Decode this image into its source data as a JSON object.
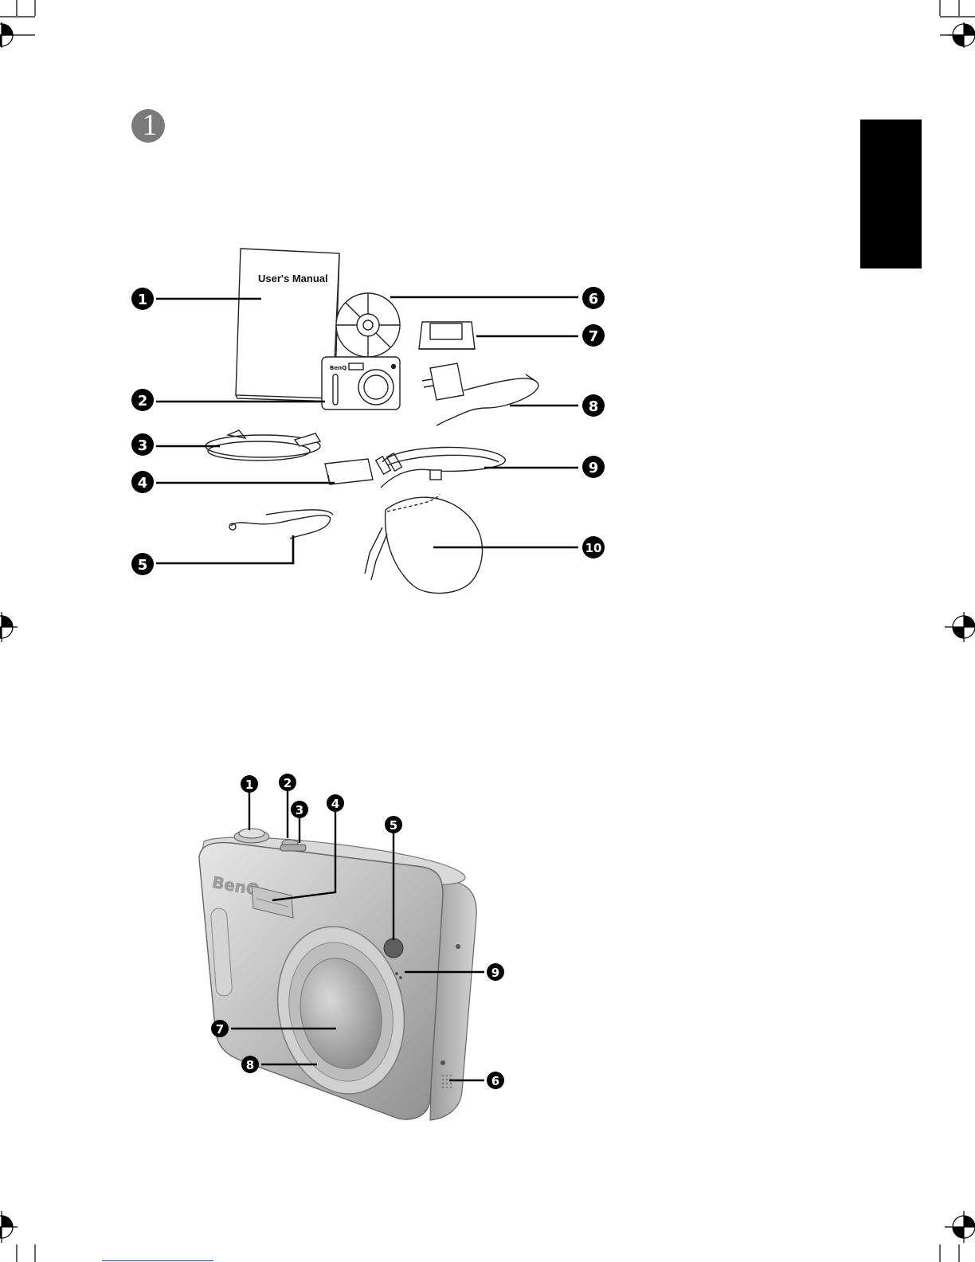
{
  "chapter": {
    "number": "1"
  },
  "package_contents": {
    "manual_title": "User's Manual",
    "brand": "BenQ",
    "callouts": [
      "1",
      "2",
      "3",
      "4",
      "5",
      "6",
      "7",
      "8",
      "9",
      "10"
    ]
  },
  "camera_parts": {
    "brand": "BenQ",
    "callouts": [
      "1",
      "2",
      "3",
      "4",
      "5",
      "6",
      "7",
      "8",
      "9"
    ]
  }
}
